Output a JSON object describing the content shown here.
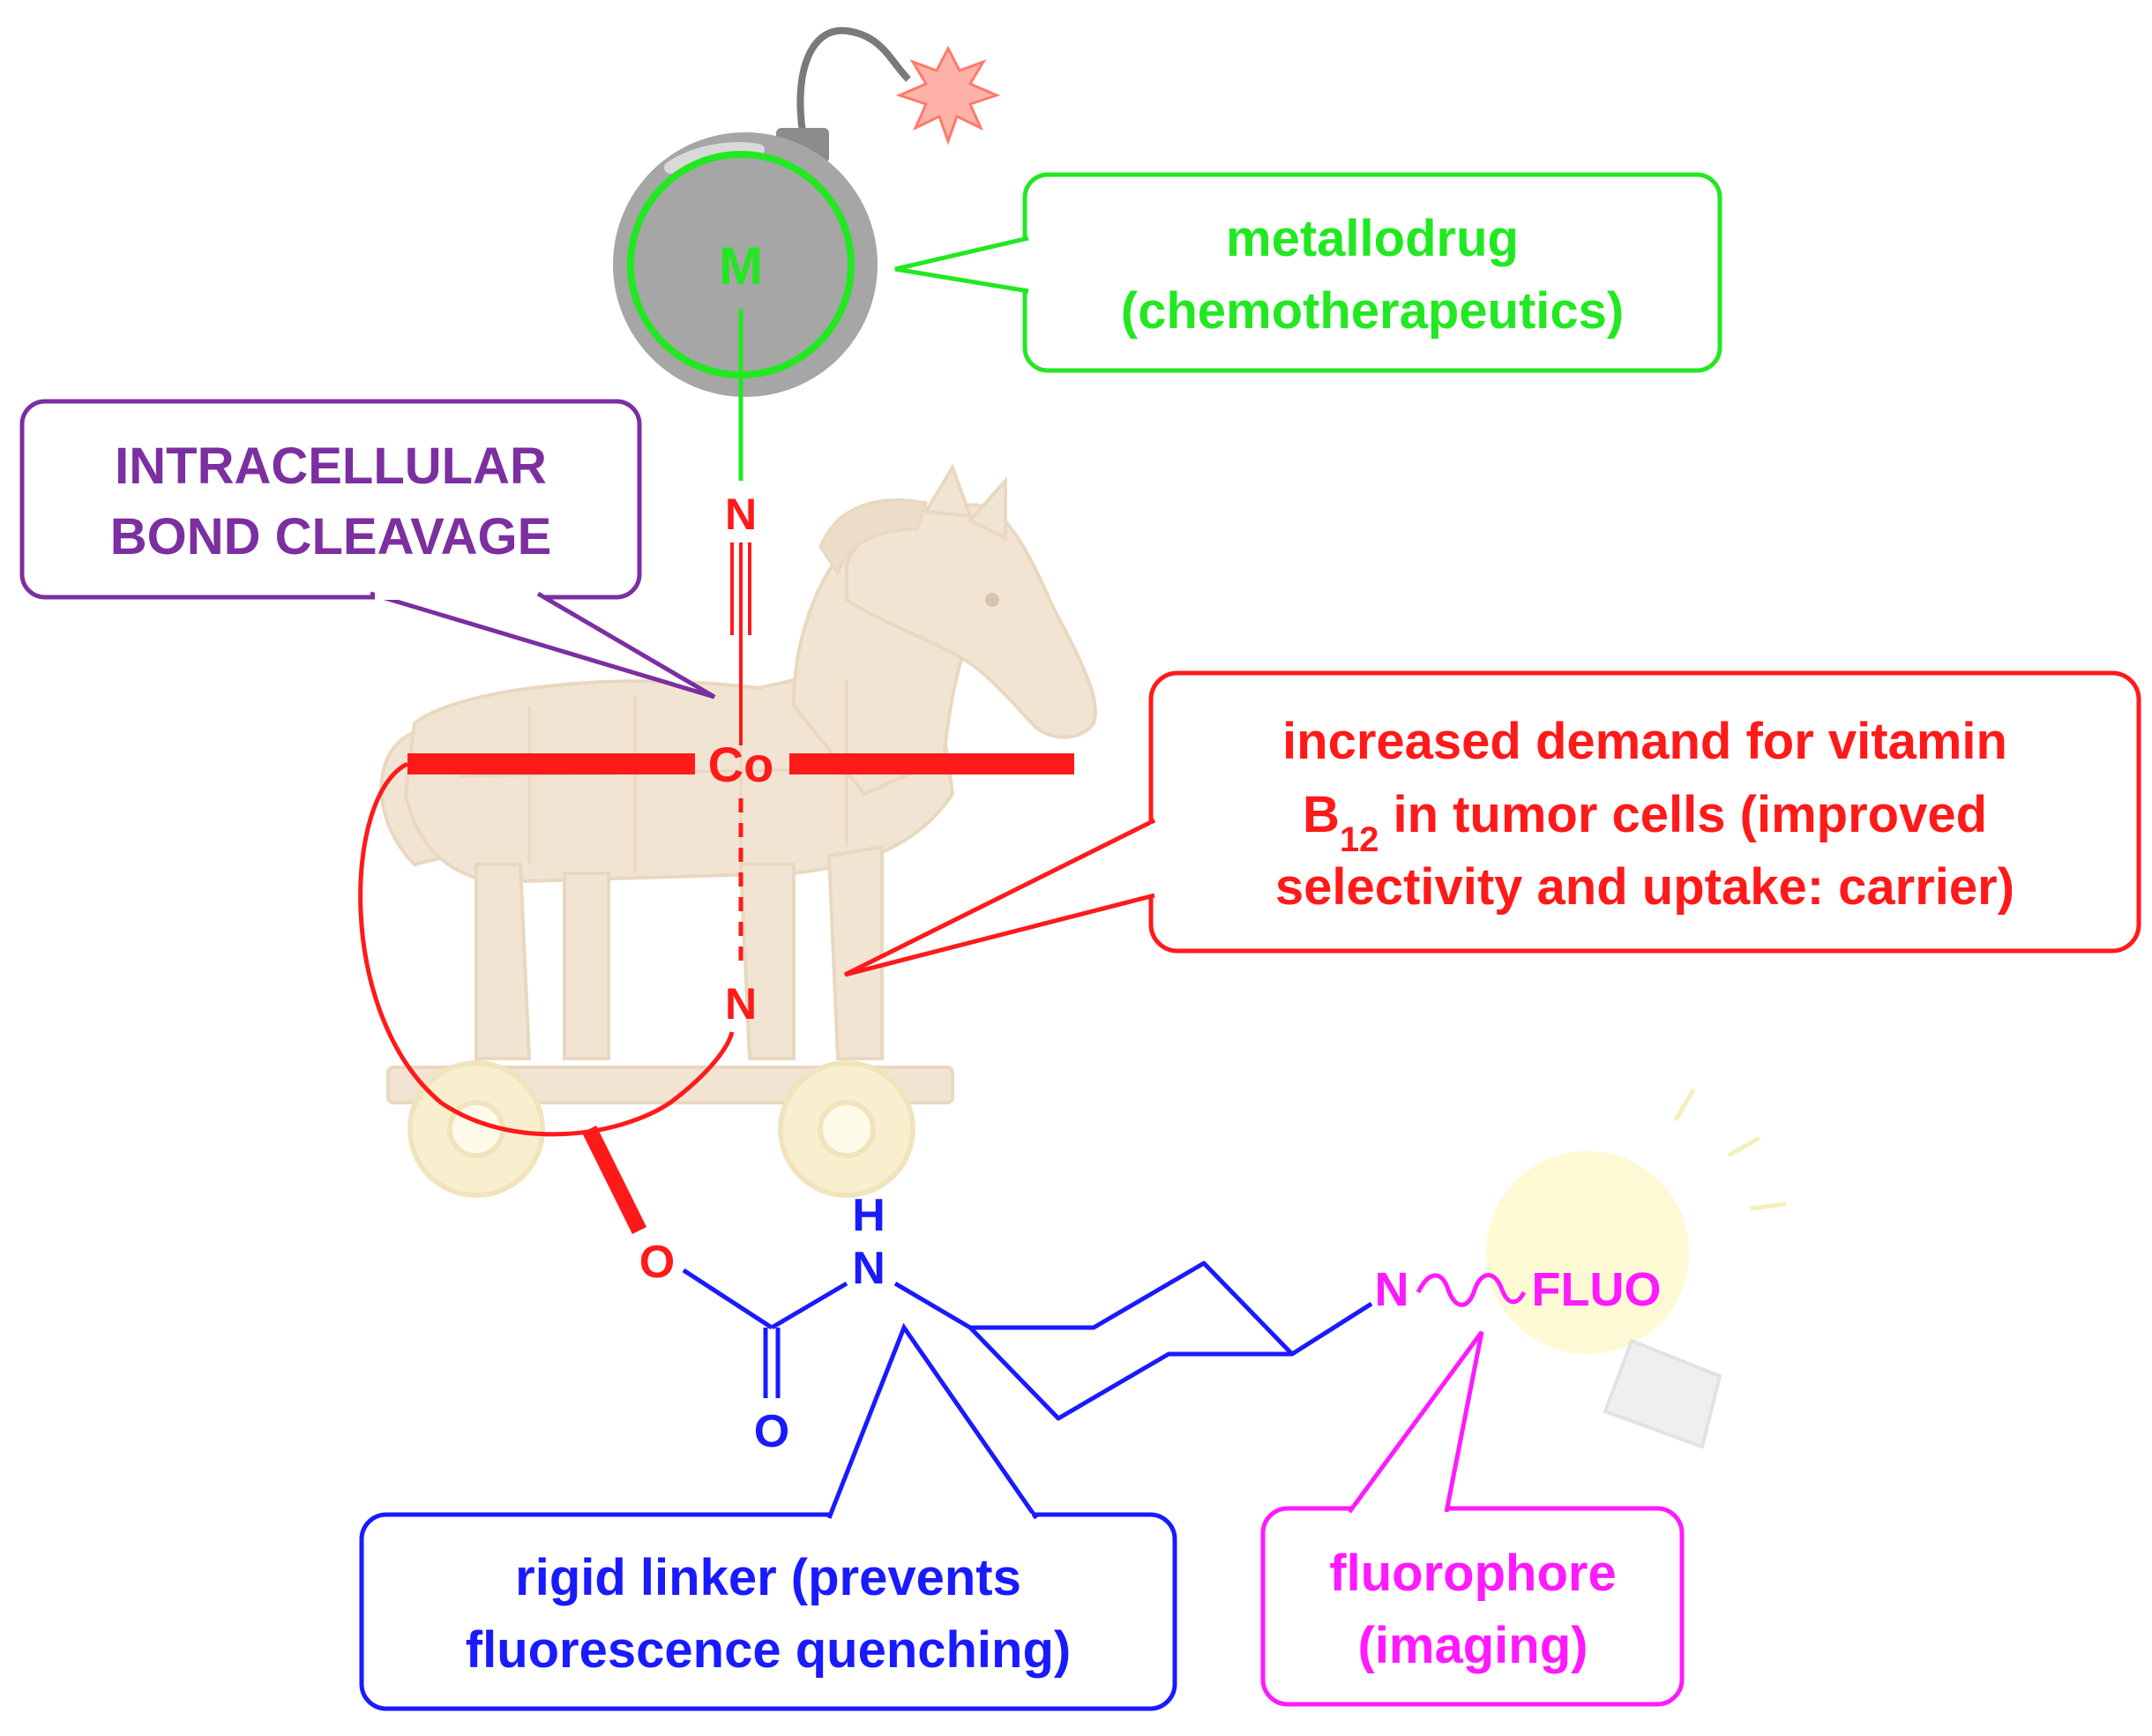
{
  "atoms": {
    "metal": "M",
    "nitrile_n": "N",
    "cobalt": "Co",
    "axial_n": "N",
    "ester_o": "O",
    "carbonyl_o": "O",
    "amide_n": "N",
    "amide_h": "H",
    "fluo_n": "N",
    "fluo_label": "FLUO"
  },
  "callouts": {
    "metallodrug": {
      "line1": "metallodrug",
      "line2": "(chemotherapeutics)",
      "color": "#22e822"
    },
    "cleavage": {
      "line1": "INTRACELLULAR",
      "line2": "BOND  CLEAVAGE",
      "color": "#7b2fa0"
    },
    "vitamin": {
      "line1": "increased demand for vitamin",
      "line2_b": "B",
      "line2_sub": "12",
      "line2_rest": " in tumor cells (improved",
      "line3": "selectivity and uptake: carrier)",
      "color": "#ff1a1a"
    },
    "linker": {
      "line1": "rigid linker (prevents",
      "line2": "fluorescence quenching)",
      "color": "#1a1aff"
    },
    "fluorophore": {
      "line1": "fluorophore",
      "line2": "(imaging)",
      "color": "#ff1aff"
    }
  },
  "colors": {
    "green": "#22e822",
    "purple": "#7b2fa0",
    "red": "#ff1a1a",
    "blue": "#1a1aff",
    "magenta": "#ff1aff",
    "horse": "#e9cfae",
    "wheel": "#f3e3a8",
    "bomb": "#a6a6a6",
    "bulb": "#fbf6b8"
  },
  "icons": [
    "trojan-horse-icon",
    "bomb-icon",
    "spark-icon",
    "light-bulb-icon"
  ]
}
